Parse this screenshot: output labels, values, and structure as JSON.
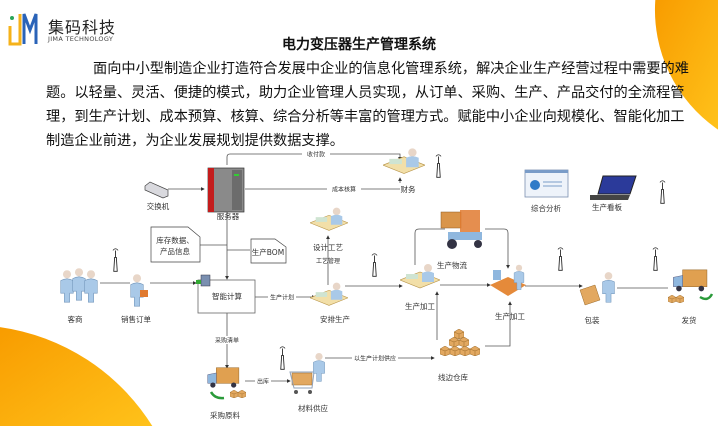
{
  "brand": {
    "name": "集码科技",
    "subtitle": "JIMA TECHNOLOGY"
  },
  "title": "电力变压器生产管理系统",
  "intro": "面向中小型制造企业打造符合发展中企业的信息化管理系统，解决企业生产经营过程中需要的难题。以轻量、灵活、便捷的模式，助力企业管理人员实现，从订单、采购、生产、产品交付的全流程管理，到生产计划、成本预算、核算、综合分析等丰富的管理方式。赋能中小企业向规模化、智能化加工制造企业前进，为企业发展规划提供数据支撑。",
  "colors": {
    "accent": "#fda50f",
    "line": "#555555"
  },
  "diagram": {
    "nodes": {
      "switch": "交换机",
      "server": "服务器",
      "finance": "财务",
      "inventory_doc_1": "库存数据、",
      "inventory_doc_2": "产品信息",
      "bom_doc": "生产BOM",
      "design": "设计工艺",
      "process_mgmt": "工艺管理",
      "smart_calc": "智能计算",
      "customer": "客商",
      "sales_order": "销售订单",
      "schedule": "安排生产",
      "processing_1": "生产加工",
      "logistics": "生产物流",
      "processing_2": "生产加工",
      "analysis": "综合分析",
      "kanban": "生产看板",
      "packing": "包装",
      "shipping": "发货",
      "line_warehouse": "线边仓库",
      "purchase_material": "采购原料",
      "material_supply": "材料供应"
    },
    "edges": {
      "payment": "收付款",
      "cost_accounting": "成本核算",
      "production_plan": "生产计划",
      "purchase_list": "采购清单",
      "outbound": "出库",
      "supply_by_plan": "以生产计划供应"
    }
  }
}
